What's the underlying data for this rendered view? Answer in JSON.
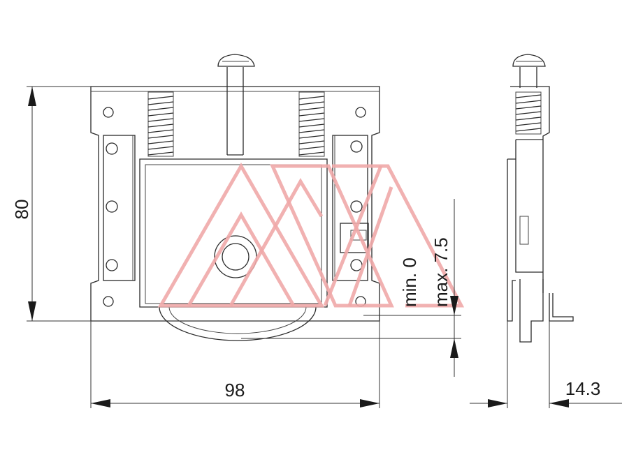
{
  "dimensions": {
    "height": "80",
    "width": "98",
    "min_adjust": "min. 0",
    "max_adjust": "max. 7.5",
    "depth": "14.3"
  },
  "watermark": {
    "name": "logo-watermark",
    "color": "#f0a8a8"
  },
  "colors": {
    "line": "#2a2a2a",
    "background": "#ffffff"
  }
}
